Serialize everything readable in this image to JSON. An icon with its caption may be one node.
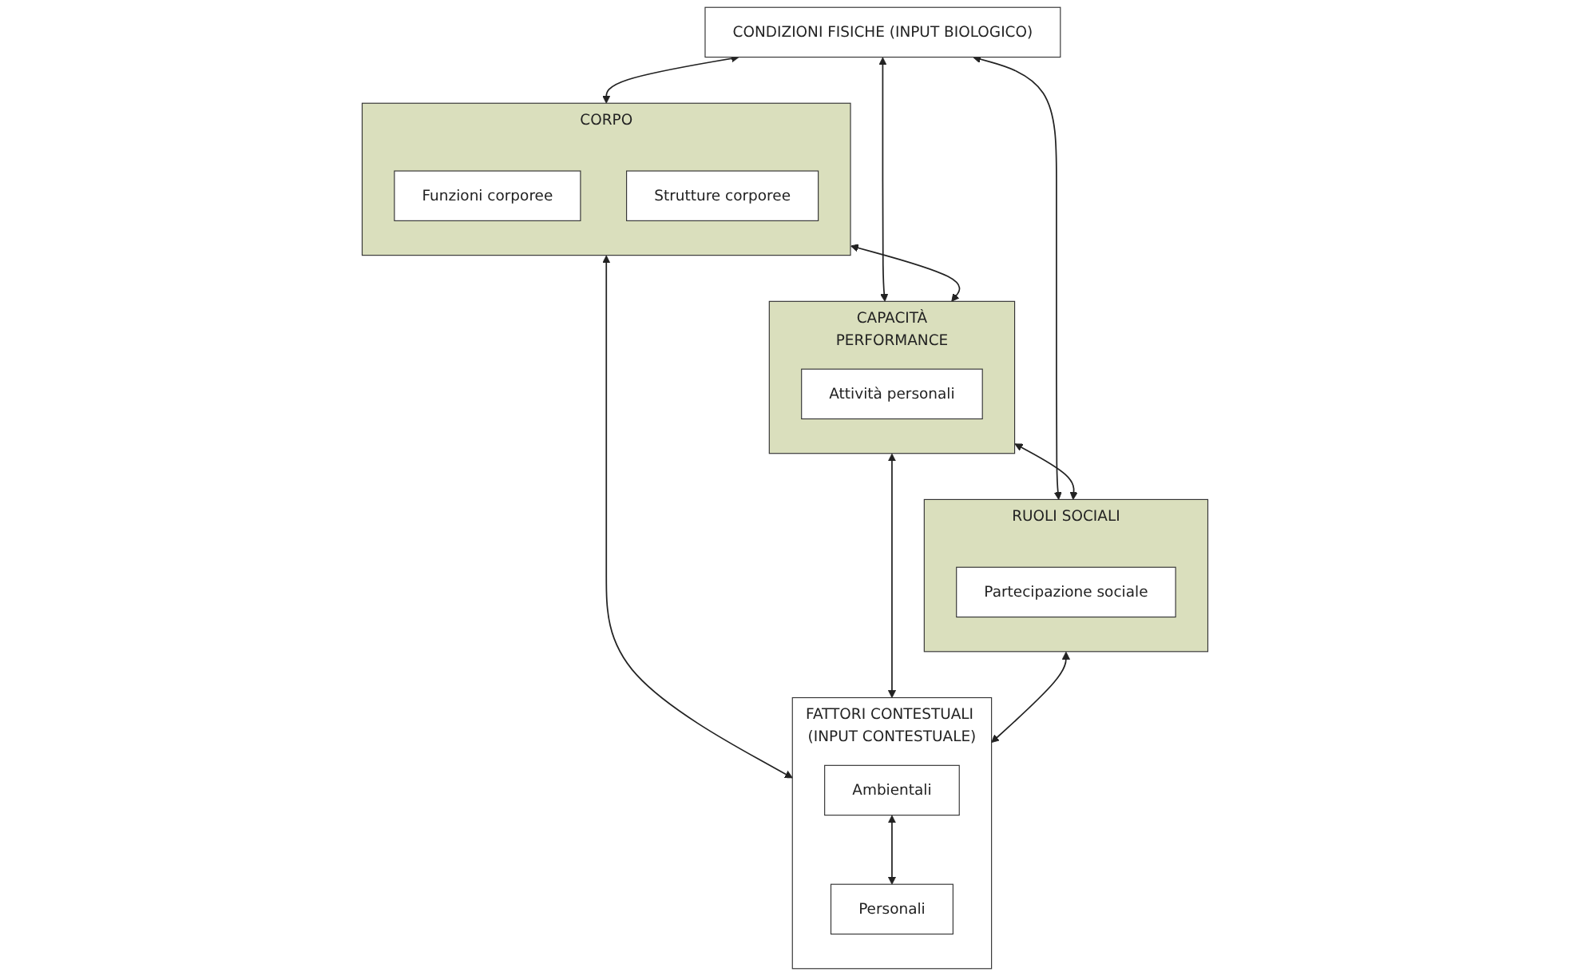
{
  "diagram": {
    "nodes": [
      {
        "text": [
          "CONDIZIONI FISICHE (INPUT BIOLOGICO)"
        ]
      },
      {
        "text": [
          "CORPO"
        ]
      },
      {
        "text": [
          "Funzioni corporee"
        ],
        "in": 1
      },
      {
        "text": [
          "Strutture corporee"
        ],
        "in": 1
      },
      {
        "text": [
          "CAPACITÀ",
          "PERFORMANCE"
        ]
      },
      {
        "text": [
          "Attività personali"
        ],
        "in": 4
      },
      {
        "text": [
          "RUOLI SOCIALI"
        ]
      },
      {
        "text": [
          "Partecipazione sociale"
        ],
        "in": 6
      },
      {
        "text": [
          "FATTORI CONTESTUALI (INPUT CONTESTUALE)"
        ]
      },
      {
        "text": [
          "Ambientali"
        ],
        "in": 8
      },
      {
        "text": [
          "Personali"
        ],
        "in": 8
      }
    ],
    "edges": [
      {
        "from": 0,
        "to": 1,
        "arrow": "both"
      },
      {
        "from": 0,
        "to": 4,
        "arrow": "both"
      },
      {
        "from": 0,
        "to": 6,
        "arrow": "both"
      },
      {
        "from": 1,
        "to": 4,
        "arrow": "both"
      },
      {
        "from": 4,
        "to": 6,
        "arrow": "both"
      },
      {
        "from": 1,
        "to": 8,
        "arrow": "both"
      },
      {
        "from": 4,
        "to": 8,
        "arrow": "both"
      },
      {
        "from": 6,
        "to": 8,
        "arrow": "both"
      },
      {
        "from": 9,
        "to": 10,
        "arrow": "both"
      }
    ]
  }
}
